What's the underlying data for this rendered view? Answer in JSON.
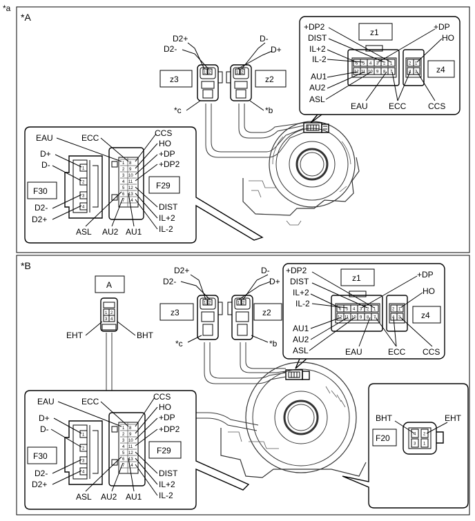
{
  "corner_mark": "*a",
  "panels": {
    "a": {
      "mark": "*A"
    },
    "b": {
      "mark": "*B"
    }
  },
  "connectors": {
    "z1": "z1",
    "z2": "z2",
    "z3": "z3",
    "z4": "z4",
    "F29": "F29",
    "F30": "F30",
    "F20": "F20",
    "A": "A"
  },
  "marks": {
    "c": "*c",
    "b": "*b"
  },
  "signals": {
    "D2p": "D2+",
    "D2m": "D2-",
    "Dm": "D-",
    "Dp": "D+",
    "DP2p": "+DP2",
    "DIST": "DIST",
    "IL2p": "IL+2",
    "IL2m": "IL-2",
    "AU1": "AU1",
    "AU2": "AU2",
    "ASL": "ASL",
    "DPp": "+DP",
    "HO": "HO",
    "EAU": "EAU",
    "ECC": "ECC",
    "CCS": "CCS",
    "EHT": "EHT",
    "BHT": "BHT"
  },
  "pins": {
    "z1_top": [
      "6",
      "5",
      "4",
      "3",
      "2",
      "1"
    ],
    "z1_bottom": [
      "12",
      "11",
      "10",
      "9",
      "8",
      "7"
    ],
    "z4_top": [
      "2",
      "1"
    ],
    "z4_bottom": [
      "4",
      "3"
    ],
    "z3": [
      "1",
      "2"
    ],
    "z2": [
      "1",
      "2"
    ],
    "f29_left": [
      "1",
      "2",
      "3",
      "4",
      "5",
      "6",
      "7"
    ],
    "f29_right": [
      "8",
      "9",
      "10",
      "11",
      "12",
      "13",
      "14"
    ],
    "f30": [
      "1",
      "2",
      "3",
      "4"
    ],
    "a_top": [
      "1",
      "2"
    ],
    "a_bottom": [
      "3",
      "4"
    ],
    "f20_top": [
      "4",
      "2"
    ],
    "f20_bottom": [
      "3",
      "1"
    ]
  }
}
